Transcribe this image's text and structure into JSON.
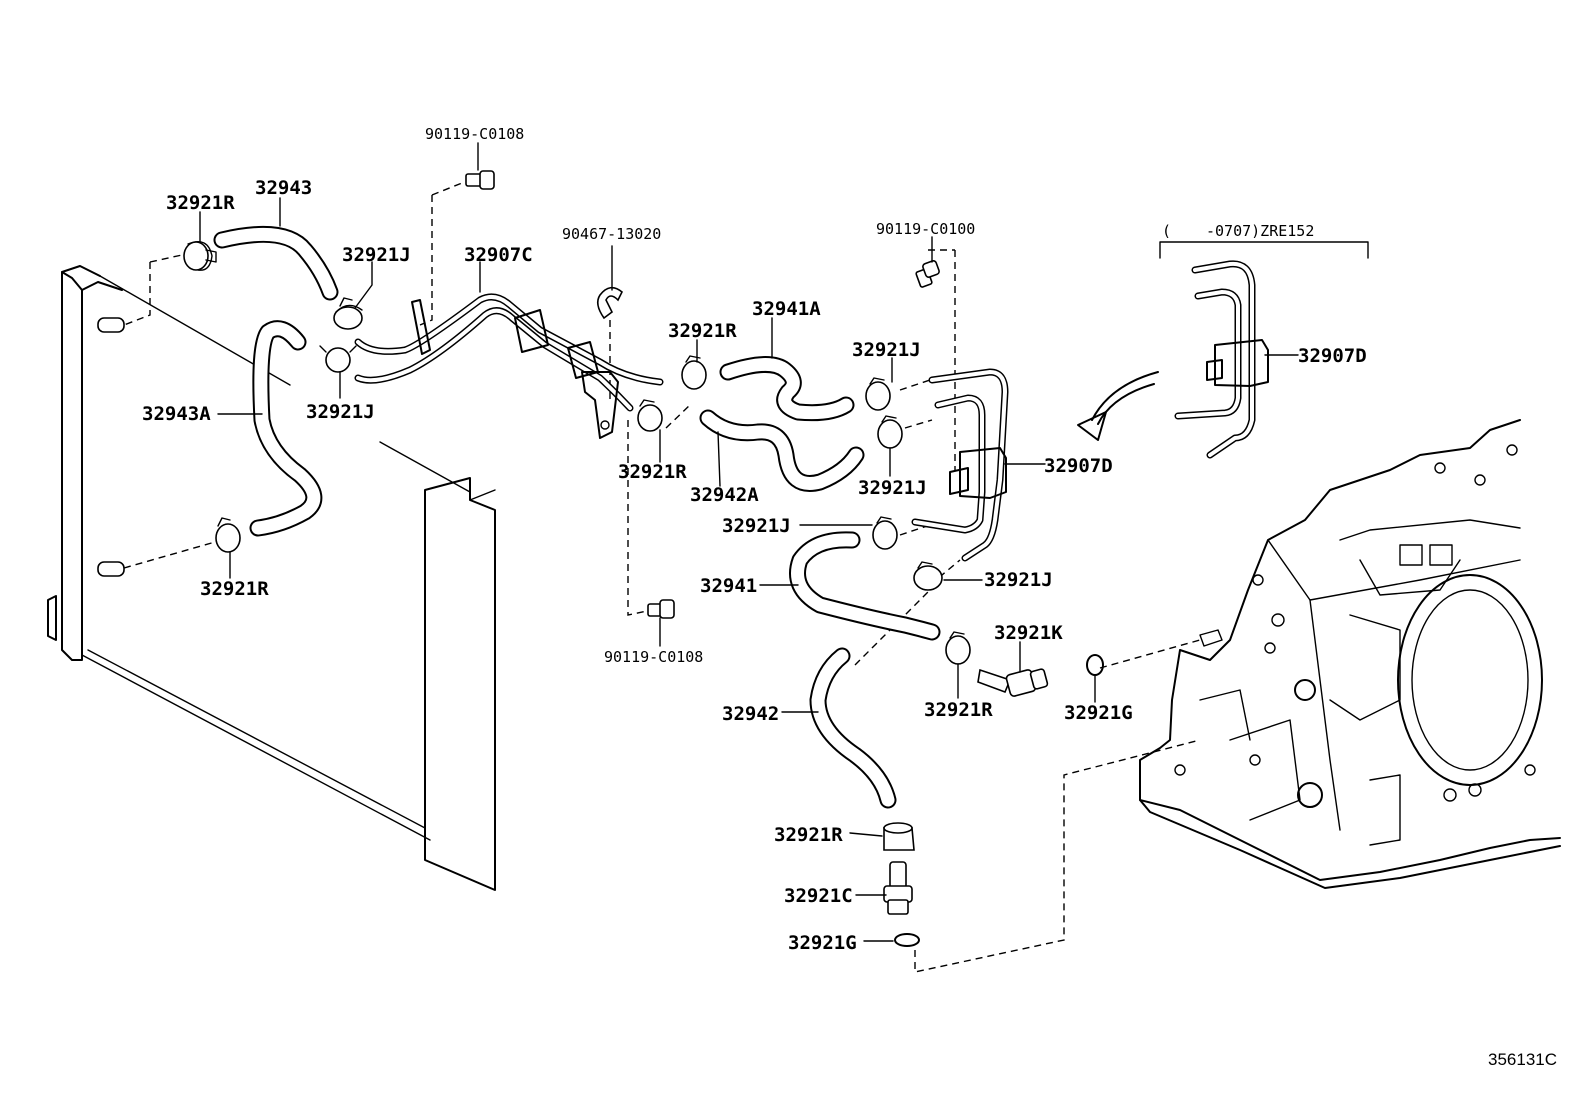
{
  "labels": {
    "l_32921R_a": "32921R",
    "l_32943": "32943",
    "l_32921J_a": "32921J",
    "l_32907C": "32907C",
    "l_90119_C0108_top": "90119-C0108",
    "l_90467_13020": "90467-13020",
    "l_32921R_b": "32921R",
    "l_32941A": "32941A",
    "l_90119_C0100": "90119-C0100",
    "l_32921J_b": "32921J",
    "l_32943A": "32943A",
    "l_32921J_c": "32921J",
    "l_32921R_c": "32921R",
    "l_32942A": "32942A",
    "l_32921J_d": "32921J",
    "l_32907D_main": "32907D",
    "l_32921J_e": "32921J",
    "l_32941": "32941",
    "l_32921J_f": "32921J",
    "l_32921R_d": "32921R",
    "l_32921K": "32921K",
    "l_90119_C0108_bottom": "90119-C0108",
    "l_32942": "32942",
    "l_32921R_e": "32921R",
    "l_32921G_a": "32921G",
    "l_32921R_f": "32921R",
    "l_32921C": "32921C",
    "l_32921G_b": "32921G",
    "l_32907D_variant": "32907D"
  },
  "variant_note": {
    "paren_open": "(",
    "text": "-0707)ZRE152"
  },
  "figure_id": "356131C"
}
